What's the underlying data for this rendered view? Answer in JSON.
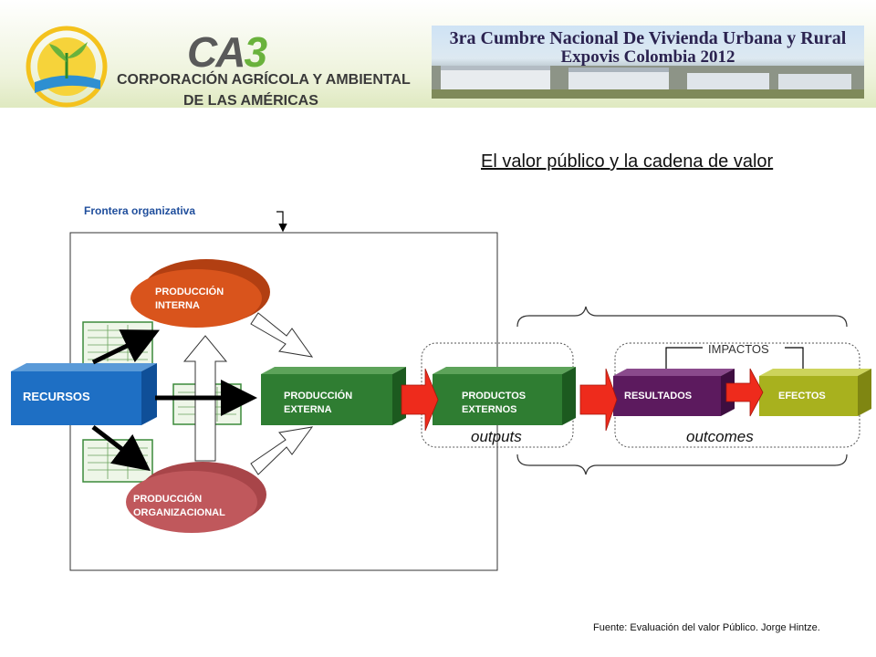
{
  "header": {
    "brand_short": "CA",
    "brand_digit": "3",
    "brand_line1": "CORPORACIÓN AGRÍCOLA Y AMBIENTAL",
    "brand_line2": "DE LAS AMÉRICAS",
    "banner_line1": "3ra Cumbre Nacional De Vivienda Urbana y Rural",
    "banner_line2": "Expovis Colombia 2012"
  },
  "slide": {
    "title": "El valor público y la cadena de valor",
    "boundary_label": "Frontera organizativa",
    "source": "Fuente: Evaluación del valor Público. Jorge Hintze."
  },
  "nodes": {
    "recursos": "RECURSOS",
    "prod_interna_1": "PRODUCCIÓN",
    "prod_interna_2": "INTERNA",
    "prod_externa_1": "PRODUCCIÓN",
    "prod_externa_2": "EXTERNA",
    "prod_org_1": "PRODUCCIÓN",
    "prod_org_2": "ORGANIZACIONAL",
    "productos_1": "PRODUCTOS",
    "productos_2": "EXTERNOS",
    "resultados": "RESULTADOS",
    "efectos": "EFECTOS"
  },
  "groups": {
    "outputs": "outputs",
    "outcomes": "outcomes",
    "impactos": "IMPACTOS"
  },
  "colors": {
    "recursos": "#1e6fc4",
    "produccion_externa": "#2f7d32",
    "produccion_interna": "#d9541c",
    "produccion_organizacional": "#c0585c",
    "resultados": "#5c1a5e",
    "efectos": "#a8b11e",
    "connector_arrow": "#ee2b1c"
  }
}
